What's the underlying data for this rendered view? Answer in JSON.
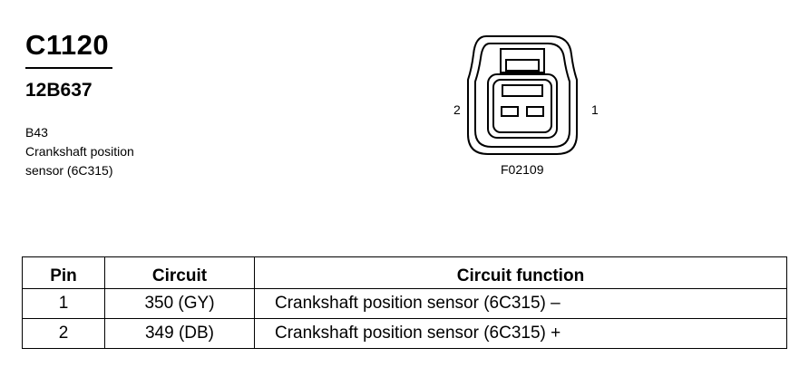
{
  "header": {
    "connector_id": "C1120",
    "part_number": "12B637",
    "description_lines": [
      "B43",
      "Crankshaft position",
      "sensor (6C315)"
    ]
  },
  "figure": {
    "pin_left_label": "2",
    "pin_right_label": "1",
    "figure_code": "F02109"
  },
  "pinout_table": {
    "headers": [
      "Pin",
      "Circuit",
      "Circuit function"
    ],
    "rows": [
      {
        "pin": "1",
        "circuit": "350 (GY)",
        "function": "Crankshaft position sensor (6C315) –"
      },
      {
        "pin": "2",
        "circuit": "349 (DB)",
        "function": "Crankshaft position sensor (6C315)  +"
      }
    ]
  }
}
